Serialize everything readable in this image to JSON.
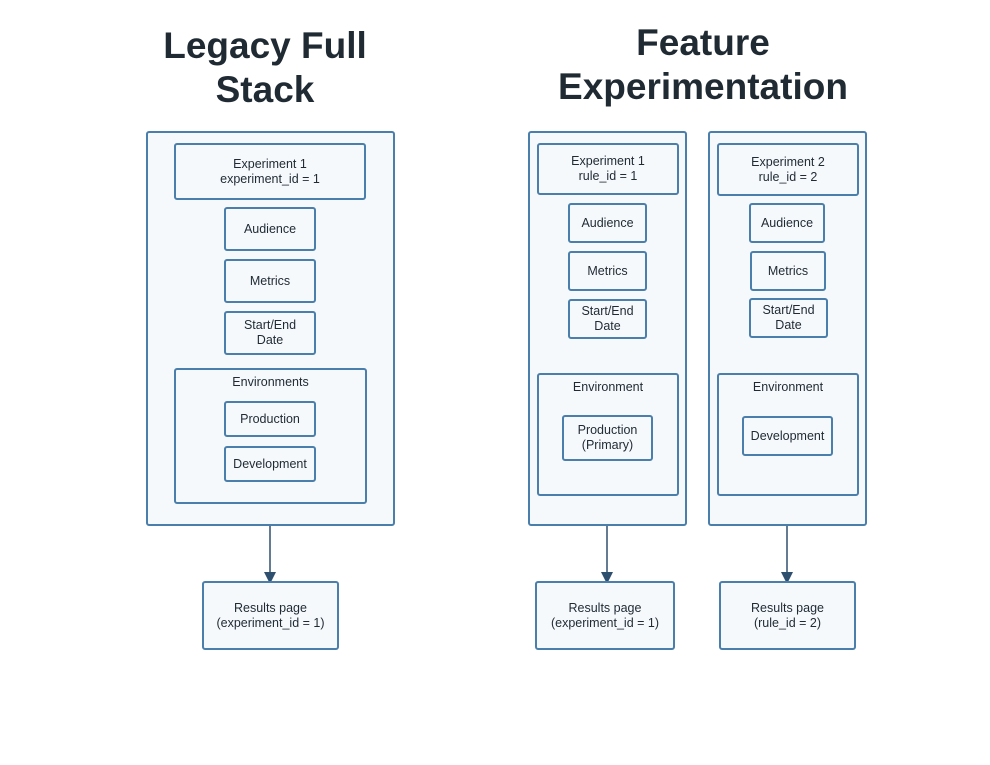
{
  "titles": {
    "legacy": [
      "Legacy Full",
      "Stack"
    ],
    "feature": [
      "Feature",
      "Experimentation"
    ]
  },
  "legacy": {
    "experiment": [
      "Experiment 1",
      "experiment_id = 1"
    ],
    "audience": "Audience",
    "metrics": "Metrics",
    "dates": [
      "Start/End",
      "Date"
    ],
    "environments_label": "Environments",
    "env_production": "Production",
    "env_development": "Development",
    "results": [
      "Results page",
      "(experiment_id = 1)"
    ]
  },
  "feature_col1": {
    "experiment": [
      "Experiment 1",
      "rule_id = 1"
    ],
    "audience": "Audience",
    "metrics": "Metrics",
    "dates": [
      "Start/End",
      "Date"
    ],
    "environment_label": "Environment",
    "env": [
      "Production",
      "(Primary)"
    ],
    "results": [
      "Results page",
      "(experiment_id = 1)"
    ]
  },
  "feature_col2": {
    "experiment": [
      "Experiment 2",
      "rule_id = 2"
    ],
    "audience": "Audience",
    "metrics": "Metrics",
    "dates": [
      "Start/End",
      "Date"
    ],
    "environment_label": "Environment",
    "env": "Development",
    "results": [
      "Results page",
      "(rule_id = 2)"
    ]
  },
  "colors": {
    "border": "#4a7eab",
    "fill": "#f5f9fc",
    "text": "#1f2a33"
  }
}
